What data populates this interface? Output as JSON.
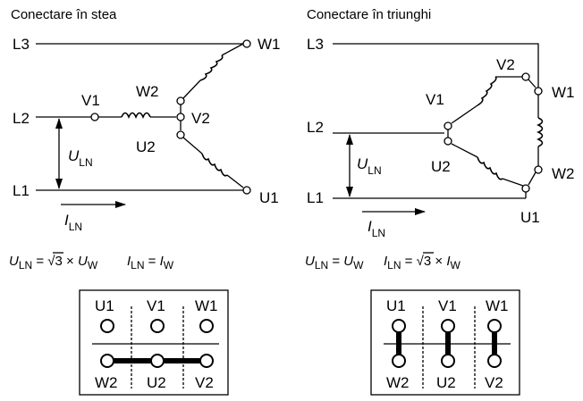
{
  "star": {
    "title": "Conectare în stea",
    "lines": {
      "l3": "L3",
      "l2": "L2",
      "l1": "L1"
    },
    "terminals": {
      "w1": "W1",
      "v1": "V1",
      "v2": "V2",
      "u1": "U1"
    },
    "coils": {
      "w2": "W2",
      "u2": "U2"
    },
    "voltage": {
      "symbol": "U",
      "sub": "LN"
    },
    "current": {
      "symbol": "I",
      "sub": "LN"
    },
    "formula": {
      "u_lhs": "U",
      "u_lhs_sub": "LN",
      "u_eq": " = ",
      "u_root": "√3",
      "u_times": " × ",
      "u_rhs": "U",
      "u_rhs_sub": "W",
      "i_lhs": "I",
      "i_lhs_sub": "LN",
      "i_eq": " = ",
      "i_rhs": "I",
      "i_rhs_sub": "W"
    },
    "board": {
      "top": [
        "U1",
        "V1",
        "W1"
      ],
      "bottom": [
        "W2",
        "U2",
        "V2"
      ]
    }
  },
  "delta": {
    "title": "Conectare în triunghi",
    "lines": {
      "l3": "L3",
      "l2": "L2",
      "l1": "L1"
    },
    "terminals": {
      "v2": "V2",
      "w1": "W1",
      "v1": "V1",
      "u2": "U2",
      "w2": "W2",
      "u1": "U1"
    },
    "voltage": {
      "symbol": "U",
      "sub": "LN"
    },
    "current": {
      "symbol": "I",
      "sub": "LN"
    },
    "formula": {
      "u_lhs": "U",
      "u_lhs_sub": "LN",
      "u_eq": " = ",
      "u_rhs": "U",
      "u_rhs_sub": "W",
      "i_lhs": "I",
      "i_lhs_sub": "LN",
      "i_eq": " = ",
      "i_root": "√3",
      "i_times": " × ",
      "i_rhs": "I",
      "i_rhs_sub": "W"
    },
    "board": {
      "top": [
        "U1",
        "V1",
        "W1"
      ],
      "bottom": [
        "W2",
        "U2",
        "V2"
      ]
    }
  }
}
